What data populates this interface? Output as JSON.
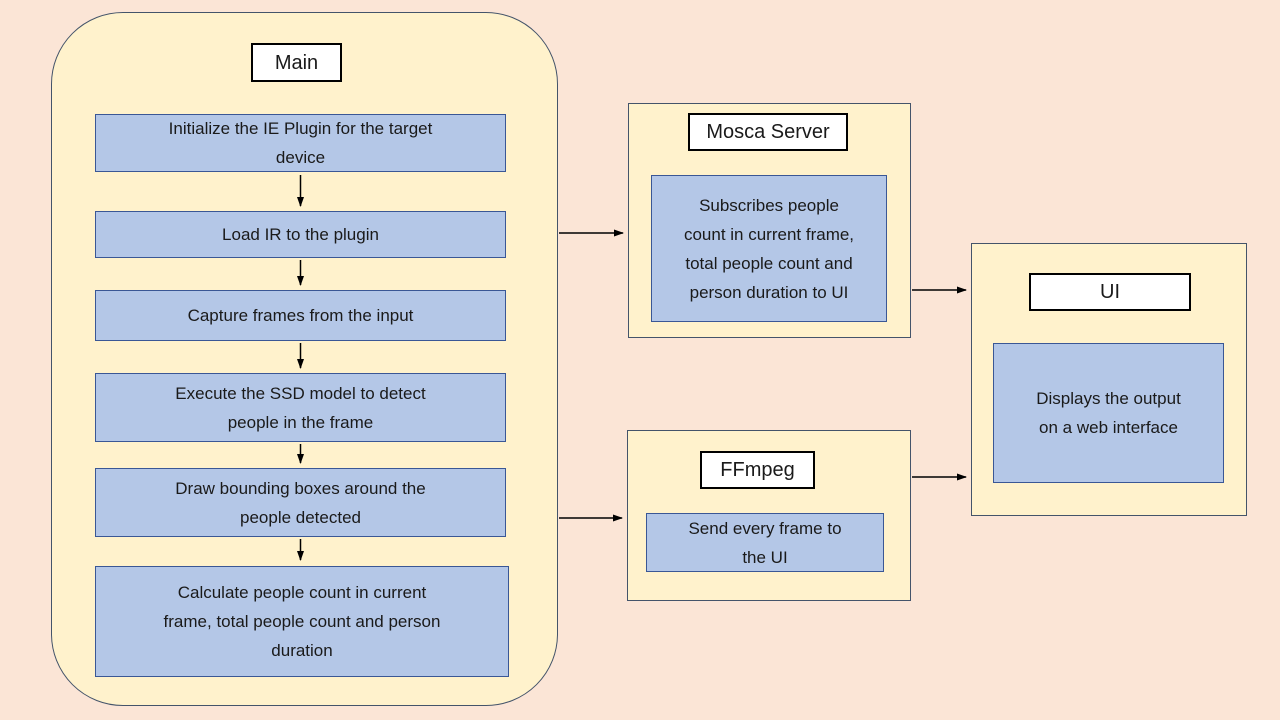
{
  "colors": {
    "page_background": "#fbe5d6",
    "group_fill": "#fff2cc",
    "group_border": "#44546a",
    "node_fill": "#b4c7e7",
    "node_border": "#3a5795",
    "title_fill": "#ffffff",
    "title_border": "#000000",
    "arrow": "#000000"
  },
  "main": {
    "title": "Main",
    "steps": [
      "Initialize the IE Plugin for the target device",
      "Load IR to the plugin",
      "Capture frames from the input",
      "Execute the SSD model to detect people in the frame",
      "Draw bounding boxes around the people detected",
      "Calculate people count in current frame, total people count and person duration"
    ]
  },
  "mosca": {
    "title": "Mosca Server",
    "body": "Subscribes people count in current frame, total people count and person duration to UI"
  },
  "ffmpeg": {
    "title": "FFmpeg",
    "body": "Send every frame to the UI"
  },
  "ui": {
    "title": "UI",
    "body": "Displays the output on a web interface"
  }
}
